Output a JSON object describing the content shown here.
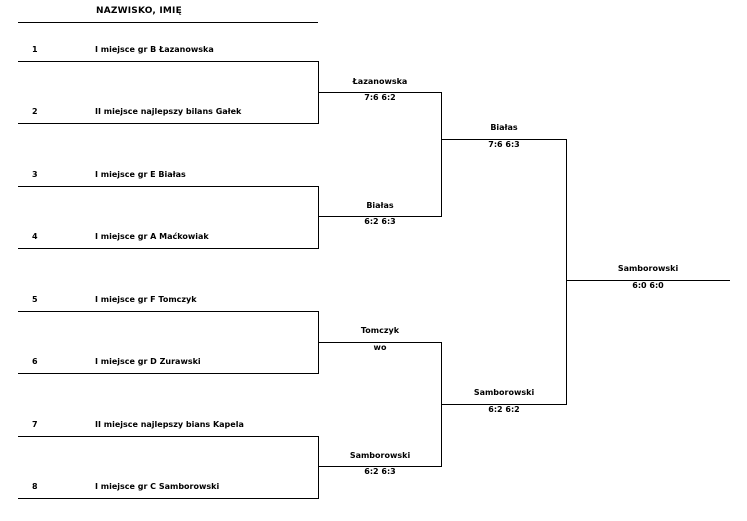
{
  "header": {
    "title": "NAZWISKO, IMIĘ"
  },
  "entries": [
    {
      "num": "1",
      "label": "I miejsce gr B   Łazanowska"
    },
    {
      "num": "2",
      "label": "II miejsce najlepszy bilans Gałek"
    },
    {
      "num": "3",
      "label": "I miejsce gr E Białas"
    },
    {
      "num": "4",
      "label": "I miejsce gr A  Maćkowiak"
    },
    {
      "num": "5",
      "label": "I miejsce gr F Tomczyk"
    },
    {
      "num": "6",
      "label": "I miejsce gr D Zurawski"
    },
    {
      "num": "7",
      "label": "II miejsce najlepszy bians  Kapela"
    },
    {
      "num": "8",
      "label": "I miejsce gr C Samborowski"
    }
  ],
  "round2": [
    {
      "name": "Łazanowska",
      "score": "7:6  6:2"
    },
    {
      "name": "Białas",
      "score": "6:2  6:3"
    },
    {
      "name": "Tomczyk",
      "score": "wo"
    },
    {
      "name": "Samborowski",
      "score": "6:2 6:3"
    }
  ],
  "round3": [
    {
      "name": "Białas",
      "score": "7:6  6:3"
    },
    {
      "name": "Samborowski",
      "score": "6:2  6:2"
    }
  ],
  "final": {
    "name": "Samborowski",
    "score": "6:0  6:0"
  }
}
